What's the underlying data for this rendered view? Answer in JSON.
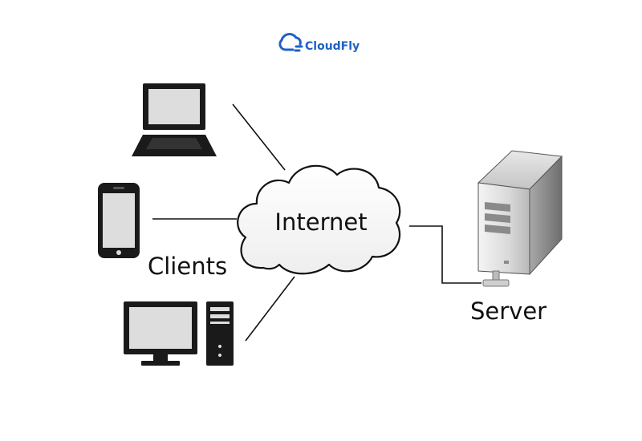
{
  "brand": {
    "name": "CloudFly",
    "color": "#2060c8"
  },
  "labels": {
    "internet": "Internet",
    "clients": "Clients",
    "server": "Server"
  },
  "nodes": {
    "clients": [
      "laptop-icon",
      "smartphone-icon",
      "desktop-computer-icon"
    ],
    "hub": "cloud-icon",
    "server": "server-tower-icon"
  },
  "colors": {
    "device": "#1a1a1a",
    "screen": "#dddddd",
    "line": "#111111"
  }
}
